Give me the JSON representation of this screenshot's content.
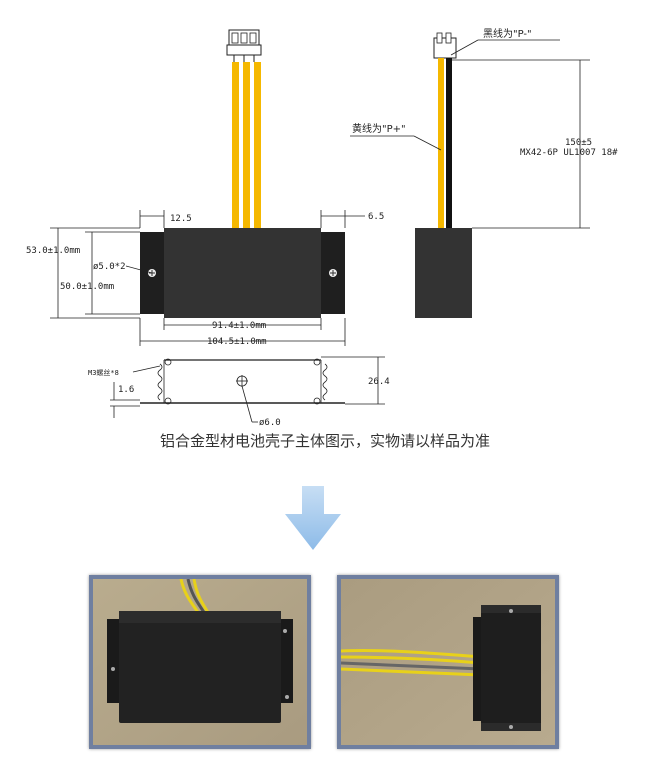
{
  "drawing": {
    "front_view": {
      "dim_top_left": "12.5",
      "dim_top_right": "6.5",
      "dim_height_outer": "53.0±1.0mm",
      "dim_height_inner": "50.0±1.0mm",
      "dim_hole": "ø5.0*2",
      "dim_width_inner": "91.4±1.0mm",
      "dim_width_outer": "104.5±1.0mm"
    },
    "side_view": {
      "black_wire_label": "黑线为\"P-\"",
      "yellow_wire_label": "黄线为\"P+\"",
      "wire_length": "150±5",
      "wire_spec": "MX42-6P  UL1007 18#"
    },
    "bottom_view": {
      "screw_label": "M3螺丝*8",
      "dim_thickness": "1.6",
      "dim_height": "26.4",
      "dim_hole": "ø6.0"
    }
  },
  "caption": "铝合金型材电池壳子主体图示，实物请以样品为准",
  "arrow": {
    "direction": "down",
    "color": "#9cc4ea"
  },
  "photos": [
    {
      "name": "front-photo",
      "frame_color": "#6f7fa0"
    },
    {
      "name": "side-photo",
      "frame_color": "#6f7fa0"
    }
  ]
}
